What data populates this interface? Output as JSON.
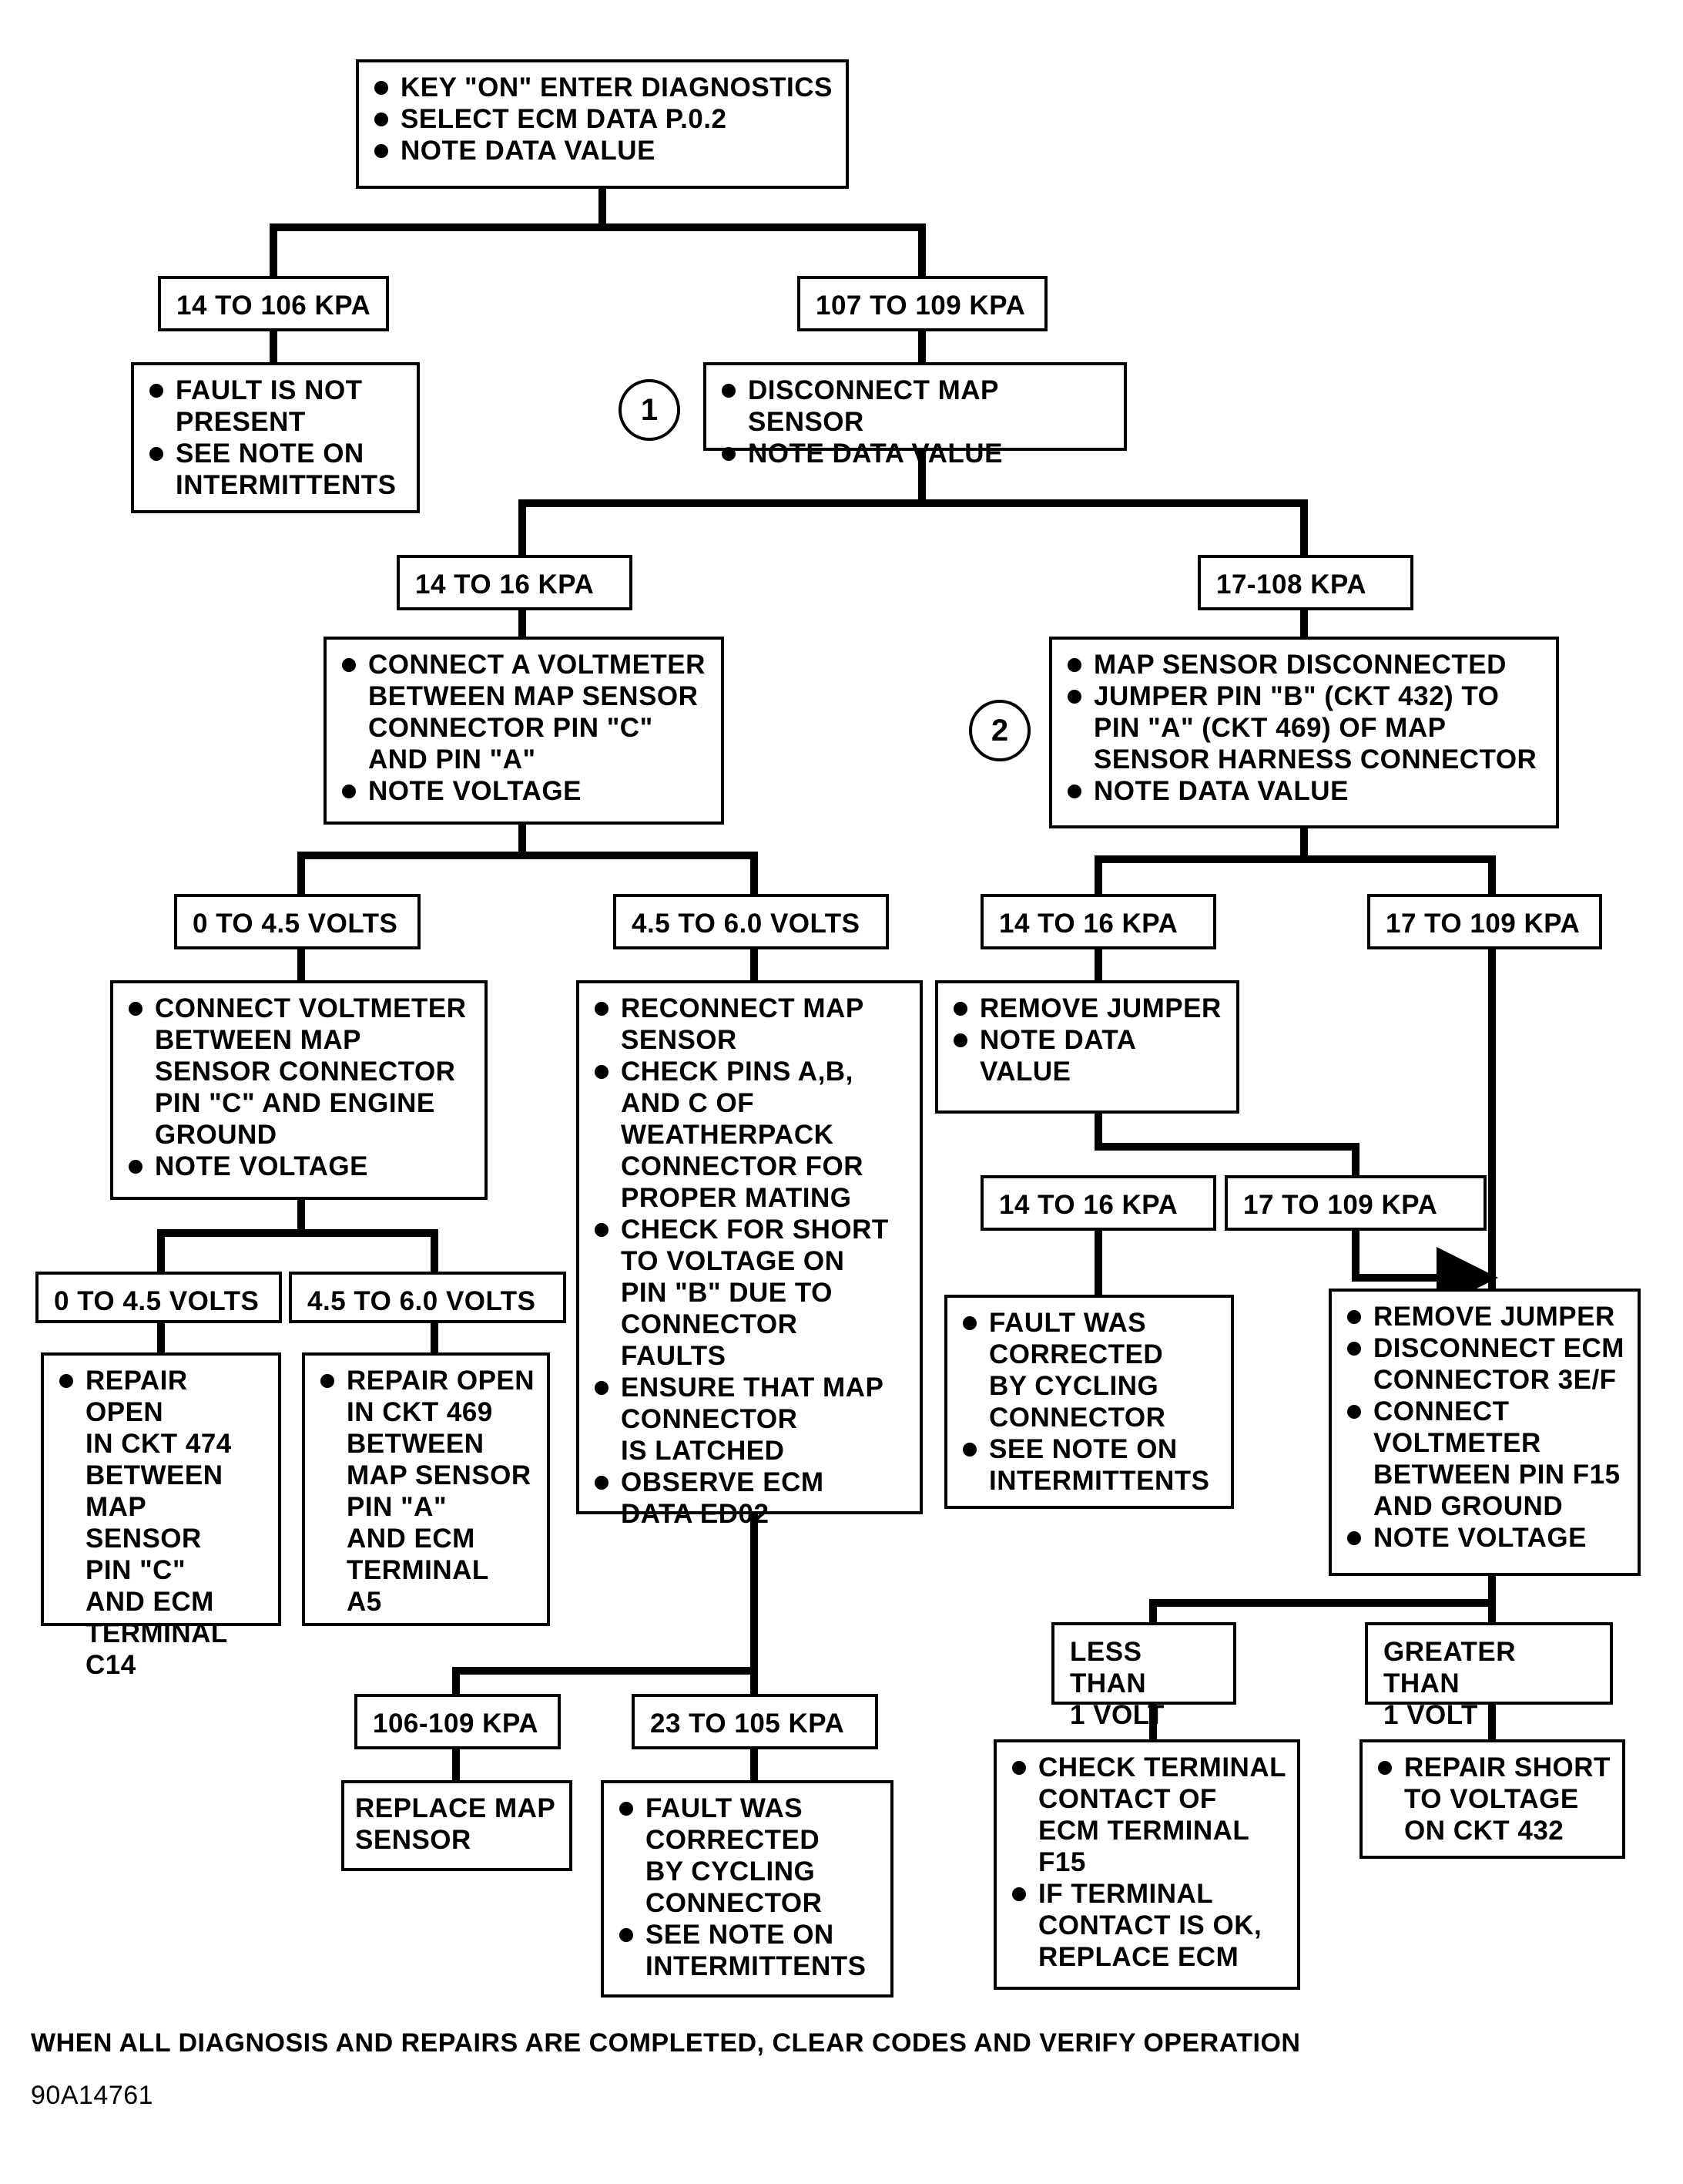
{
  "start": {
    "items": [
      "KEY \"ON\" ENTER DIAGNOSTICS",
      "SELECT ECM DATA P.0.2",
      "NOTE DATA VALUE"
    ]
  },
  "branch_a": {
    "label": "14 TO 106 KPA",
    "result": [
      "FAULT IS NOT\nPRESENT",
      "SEE NOTE ON\nINTERMITTENTS"
    ]
  },
  "branch_b": {
    "label": "107 TO 109 KPA",
    "step_number": "1",
    "items": [
      "DISCONNECT MAP SENSOR",
      "NOTE DATA VALUE"
    ]
  },
  "branch_b1": {
    "label": "14 TO 16 KPA",
    "items": [
      "CONNECT A VOLTMETER\nBETWEEN MAP SENSOR\nCONNECTOR PIN \"C\"\nAND PIN \"A\"",
      "NOTE VOLTAGE"
    ]
  },
  "branch_b1a": {
    "label": "0 TO 4.5 VOLTS",
    "items": [
      "CONNECT VOLTMETER\nBETWEEN MAP\nSENSOR CONNECTOR\nPIN \"C\" AND ENGINE\nGROUND",
      "NOTE VOLTAGE"
    ]
  },
  "branch_b1a1": {
    "label": "0 TO 4.5 VOLTS",
    "items": [
      "REPAIR OPEN\nIN CKT 474\nBETWEEN\nMAP SENSOR\nPIN \"C\"\nAND ECM\nTERMINAL\nC14"
    ]
  },
  "branch_b1a2": {
    "label": "4.5 TO 6.0 VOLTS",
    "items": [
      "REPAIR OPEN\nIN CKT 469\nBETWEEN\nMAP SENSOR\nPIN \"A\"\nAND ECM\nTERMINAL\nA5"
    ]
  },
  "branch_b1b": {
    "label": "4.5 TO 6.0 VOLTS",
    "items": [
      "RECONNECT MAP\nSENSOR",
      "CHECK PINS A,B,\nAND C OF\nWEATHERPACK\nCONNECTOR FOR\nPROPER MATING",
      "CHECK FOR SHORT\nTO VOLTAGE ON\nPIN \"B\" DUE TO\nCONNECTOR FAULTS",
      "ENSURE THAT MAP\nCONNECTOR\nIS LATCHED",
      "OBSERVE ECM\nDATA ED02"
    ]
  },
  "branch_b1b1": {
    "label": "106-109 KPA",
    "result": "REPLACE MAP\nSENSOR"
  },
  "branch_b1b2": {
    "label": "23 TO 105 KPA",
    "items": [
      "FAULT WAS\nCORRECTED\nBY CYCLING\nCONNECTOR",
      "SEE NOTE ON\nINTERMITTENTS"
    ]
  },
  "branch_b2": {
    "label": "17-108 KPA",
    "step_number": "2",
    "items": [
      "MAP SENSOR DISCONNECTED",
      "JUMPER PIN \"B\" (CKT 432) TO\nPIN \"A\" (CKT 469) OF MAP\nSENSOR HARNESS CONNECTOR",
      "NOTE DATA VALUE"
    ]
  },
  "branch_b2a": {
    "label": "14 TO 16 KPA",
    "items": [
      "REMOVE JUMPER",
      "NOTE DATA\nVALUE"
    ]
  },
  "branch_b2a1": {
    "label": "14 TO 16 KPA",
    "items": [
      "FAULT WAS\nCORRECTED\nBY CYCLING\nCONNECTOR",
      "SEE NOTE ON\nINTERMITTENTS"
    ]
  },
  "branch_b2a2": {
    "label": "17 TO 109 KPA"
  },
  "branch_b2b": {
    "label": "17 TO 109 KPA",
    "items": [
      "REMOVE JUMPER",
      "DISCONNECT ECM\nCONNECTOR 3E/F",
      "CONNECT\nVOLTMETER\nBETWEEN PIN F15\nAND GROUND",
      "NOTE VOLTAGE"
    ]
  },
  "branch_b2b1": {
    "label": "LESS THAN\n1 VOLT",
    "items": [
      "CHECK TERMINAL\nCONTACT  OF\nECM TERMINAL\nF15",
      "IF TERMINAL\nCONTACT IS OK,\nREPLACE ECM"
    ]
  },
  "branch_b2b2": {
    "label": "GREATER THAN\n1 VOLT",
    "items": [
      "REPAIR SHORT\nTO VOLTAGE\nON CKT 432"
    ]
  },
  "footer": {
    "note": "WHEN ALL DIAGNOSIS AND REPAIRS ARE COMPLETED, CLEAR CODES AND VERIFY OPERATION",
    "figure_id": "90A14761"
  }
}
